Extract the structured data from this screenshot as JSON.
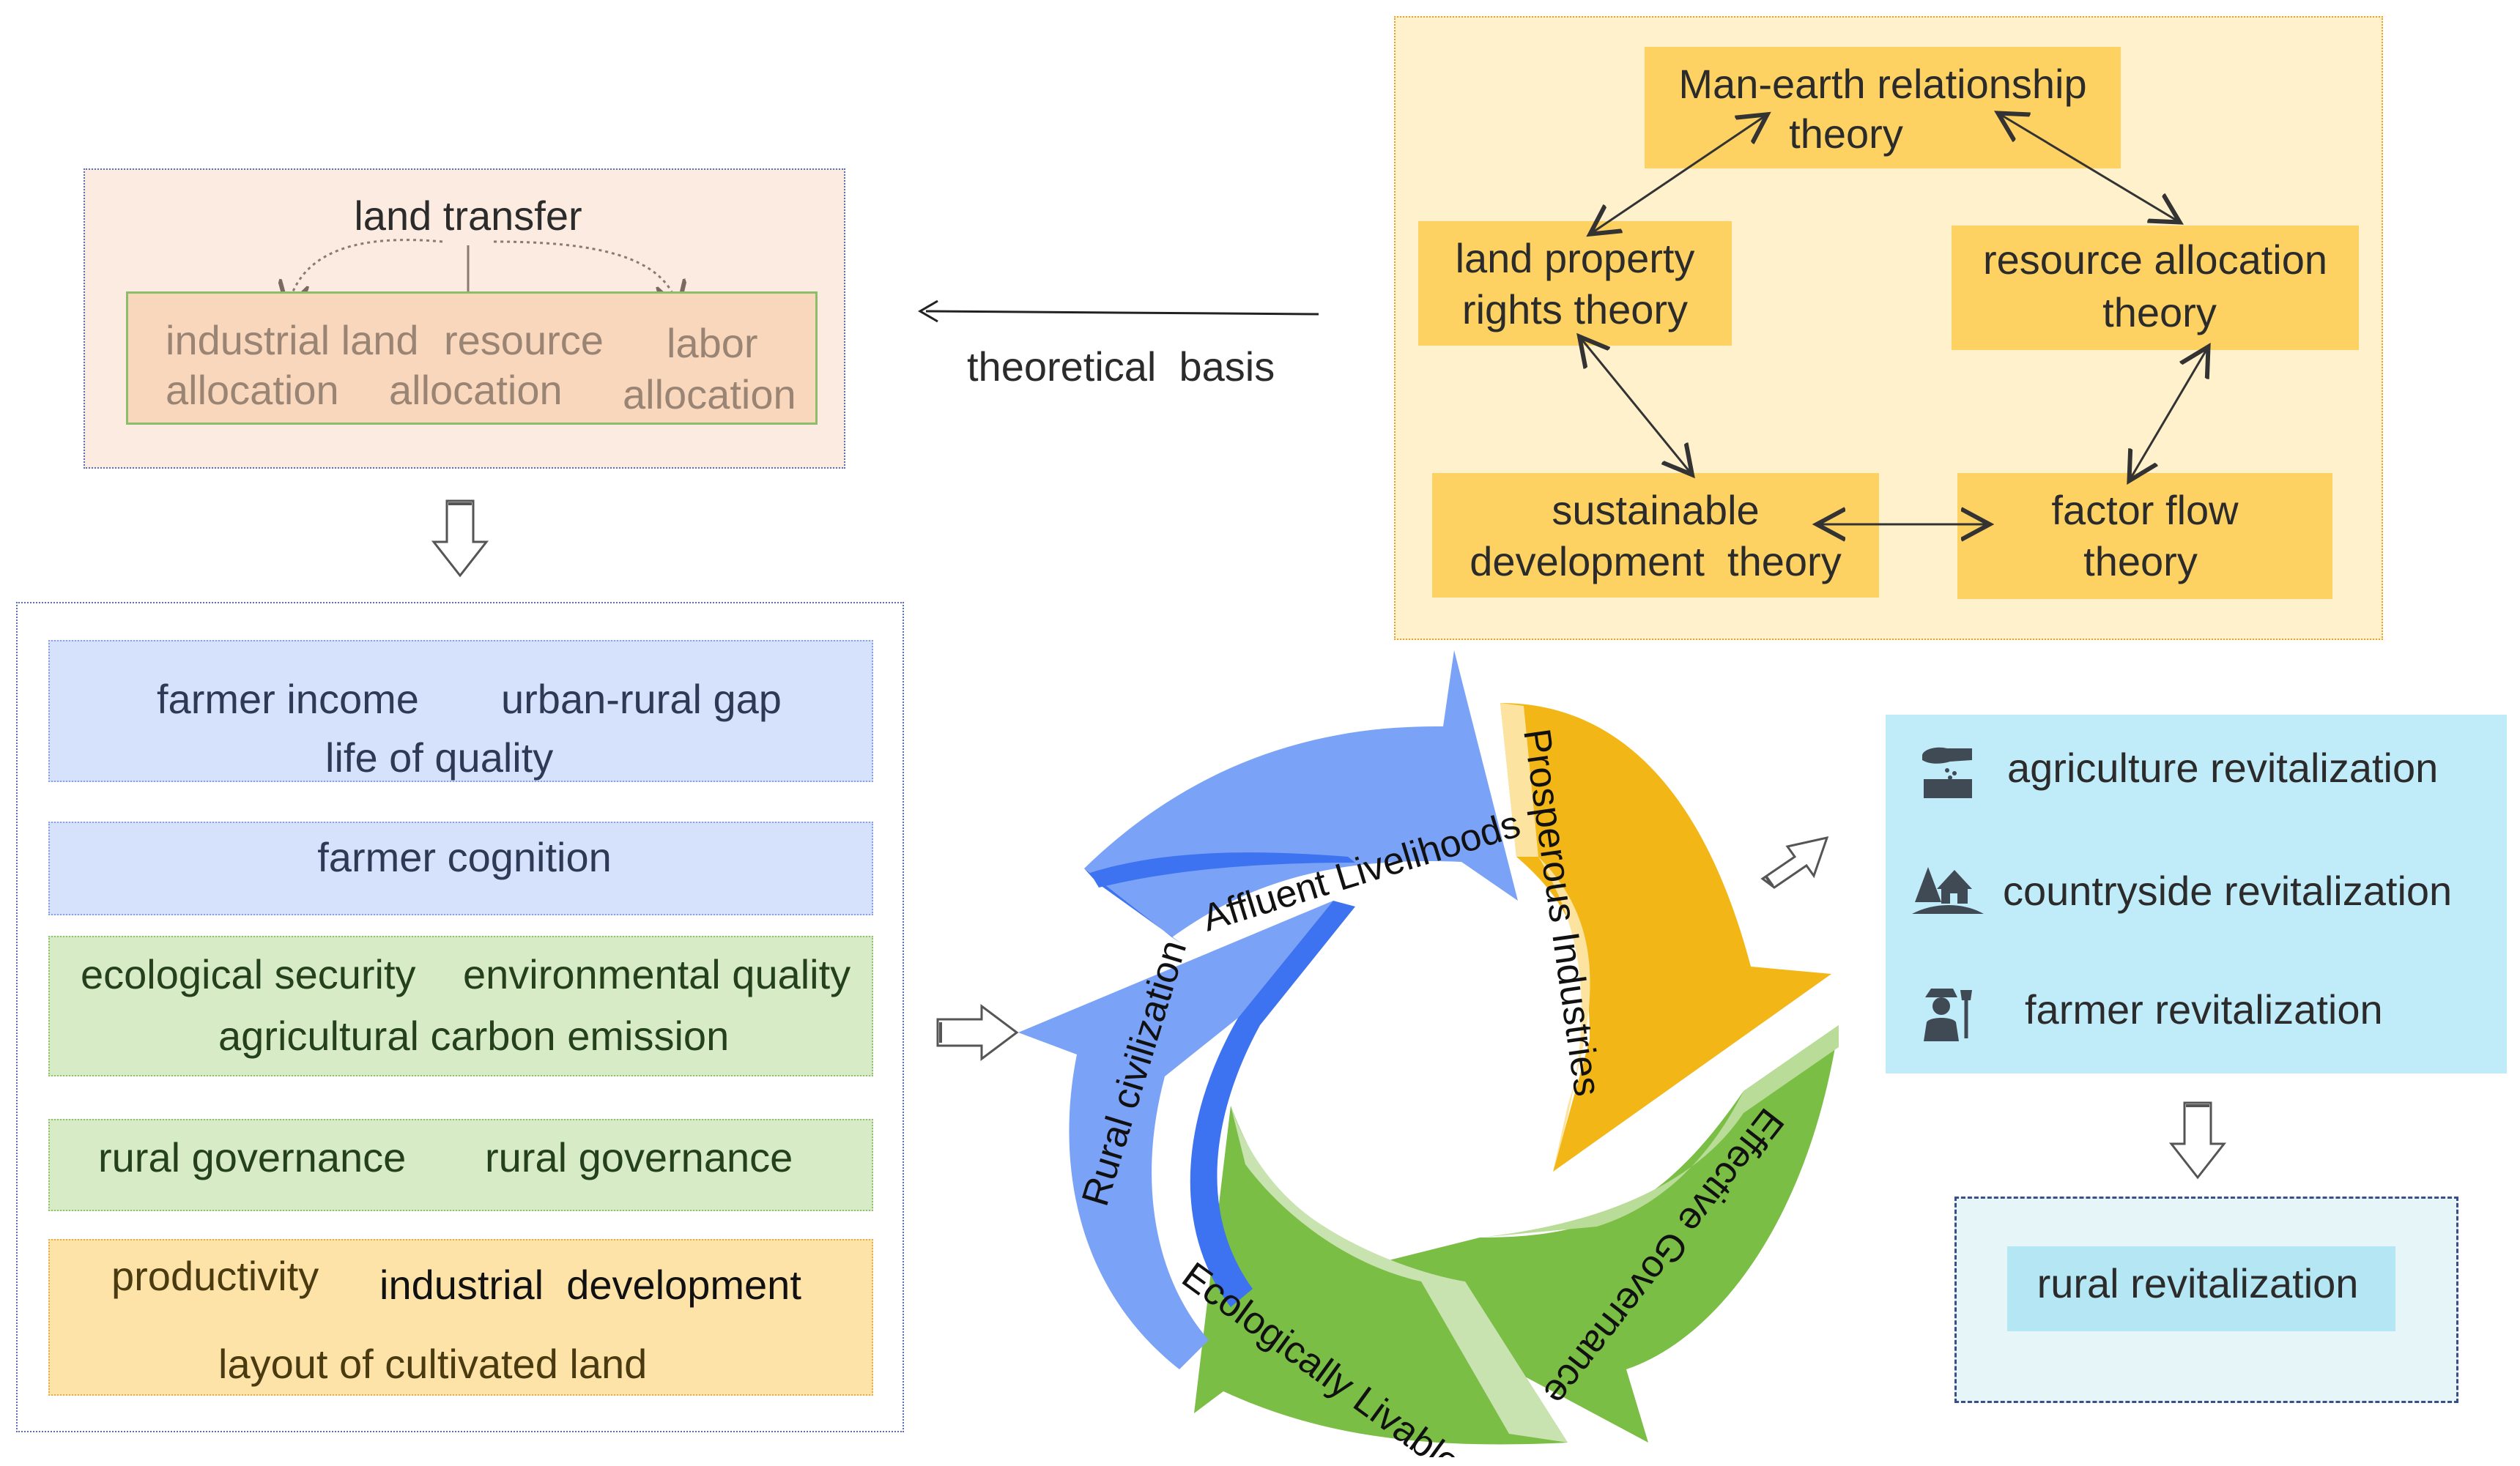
{
  "colors": {
    "peach": "#fcebe0",
    "theory_yellow": "#fdd262",
    "blue_band": "#d6e2fc",
    "green_band": "#d6ebc6",
    "tan_band": "#fde3a8",
    "revital_cyan": "#c0ebf8",
    "cycle_blue": "#7aa2f6",
    "cycle_orange": "#f2b617",
    "cycle_green": "#7abe45"
  },
  "land_transfer": {
    "title": "land transfer",
    "items": [
      {
        "line1": "industrial land",
        "line2": "allocation"
      },
      {
        "line1": "resource",
        "line2": "allocation"
      },
      {
        "line1": "labor",
        "line2": "allocation"
      }
    ]
  },
  "theoretical_basis": "theoretical  basis",
  "theories": {
    "man_earth": {
      "line1": "Man-earth relationship",
      "line2": "theory"
    },
    "land_property": {
      "line1": "land property",
      "line2": "rights theory"
    },
    "resource_allocation": {
      "line1": "resource allocation",
      "line2": "theory"
    },
    "sustainable": {
      "line1": "sustainable",
      "line2": "development  theory"
    },
    "factor_flow": {
      "line1": "factor flow",
      "line2": "theory"
    }
  },
  "effects": {
    "band1": {
      "a": "farmer income",
      "b": "urban-rural gap",
      "c": "life of quality"
    },
    "band2": {
      "a": "farmer cognition"
    },
    "band3": {
      "a": "ecological security",
      "b": "environmental quality",
      "c": "agricultural carbon emission"
    },
    "band4": {
      "a": "rural governance",
      "b": "rural governance"
    },
    "band5": {
      "a": "productivity",
      "b": "industrial  development",
      "c": "layout of cultivated land"
    }
  },
  "cycle": {
    "affluent": "Affluent Livelihoods",
    "prosperous": "Prosperous Industries",
    "effective": "Effective Governance",
    "ecological": "Ecologically Livable",
    "rural_civ": "Rural civilization"
  },
  "revitalization": {
    "items": [
      {
        "label": "agriculture revitalization",
        "icon": "hand-seed-icon"
      },
      {
        "label": "countryside revitalization",
        "icon": "village-icon"
      },
      {
        "label": "farmer revitalization",
        "icon": "farmer-icon"
      }
    ],
    "goal": "rural revitalization"
  }
}
